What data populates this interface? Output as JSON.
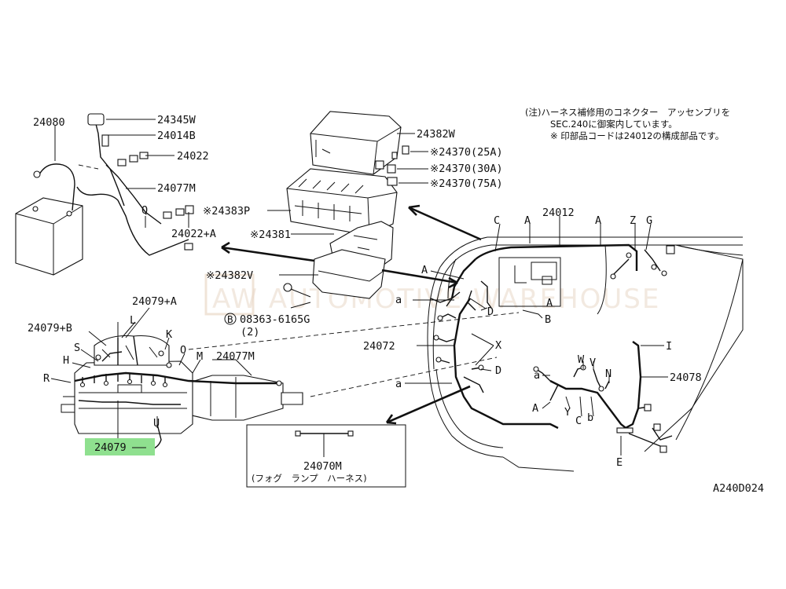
{
  "notes": {
    "line1": "(注)ハーネス補修用のコネクター　アッセンブリを",
    "line2": "SEC.240に御案内しています。",
    "line3": "※ 印部品コードは24012の構成部品です。"
  },
  "parts": {
    "p24080": "24080",
    "p24345w": "24345W",
    "p24014b": "24014B",
    "p24022": "24022",
    "p24077m_top": "24077M",
    "pQ": "Q",
    "p24022a": "24022+A",
    "p24382w": "24382W",
    "p24370_25": "※24370(25A)",
    "p24370_30": "※24370(30A)",
    "p24370_75": "※24370(75A)",
    "p24383p": "※24383P",
    "p24381": "※24381",
    "p24382v": "※24382V",
    "bolt": "08363-6165G",
    "bolt_b": "B",
    "bolt_qty": "(2)",
    "p24012": "24012",
    "p24072": "24072",
    "p24078": "24078",
    "p24079a": "24079+A",
    "p24079b": "24079+B",
    "p24077m_eng": "24077M",
    "p24079": "24079",
    "p24070m": "24070M",
    "p24070m_desc": "(フォグ　ランプ　ハーネス)",
    "code": "A240D024"
  },
  "letters": {
    "C": "C",
    "A1": "A",
    "A2": "A",
    "Z": "Z",
    "G": "G",
    "A3": "A",
    "a1": "a",
    "D1": "D",
    "A4": "A",
    "B": "B",
    "X": "X",
    "D2": "D",
    "a2": "a",
    "I": "I",
    "a3": "a",
    "W": "W",
    "V": "V",
    "N": "N",
    "A5": "A",
    "Y": "Y",
    "C2": "C",
    "b": "b",
    "E": "E",
    "L": "L",
    "S": "S",
    "H": "H",
    "K": "K",
    "O": "O",
    "M": "M",
    "R": "R",
    "U": "U"
  },
  "watermark": "AW   AUTOMOTIVE   WAREHOUSE",
  "colors": {
    "highlight": "#8fe08f",
    "ink": "#111111"
  }
}
